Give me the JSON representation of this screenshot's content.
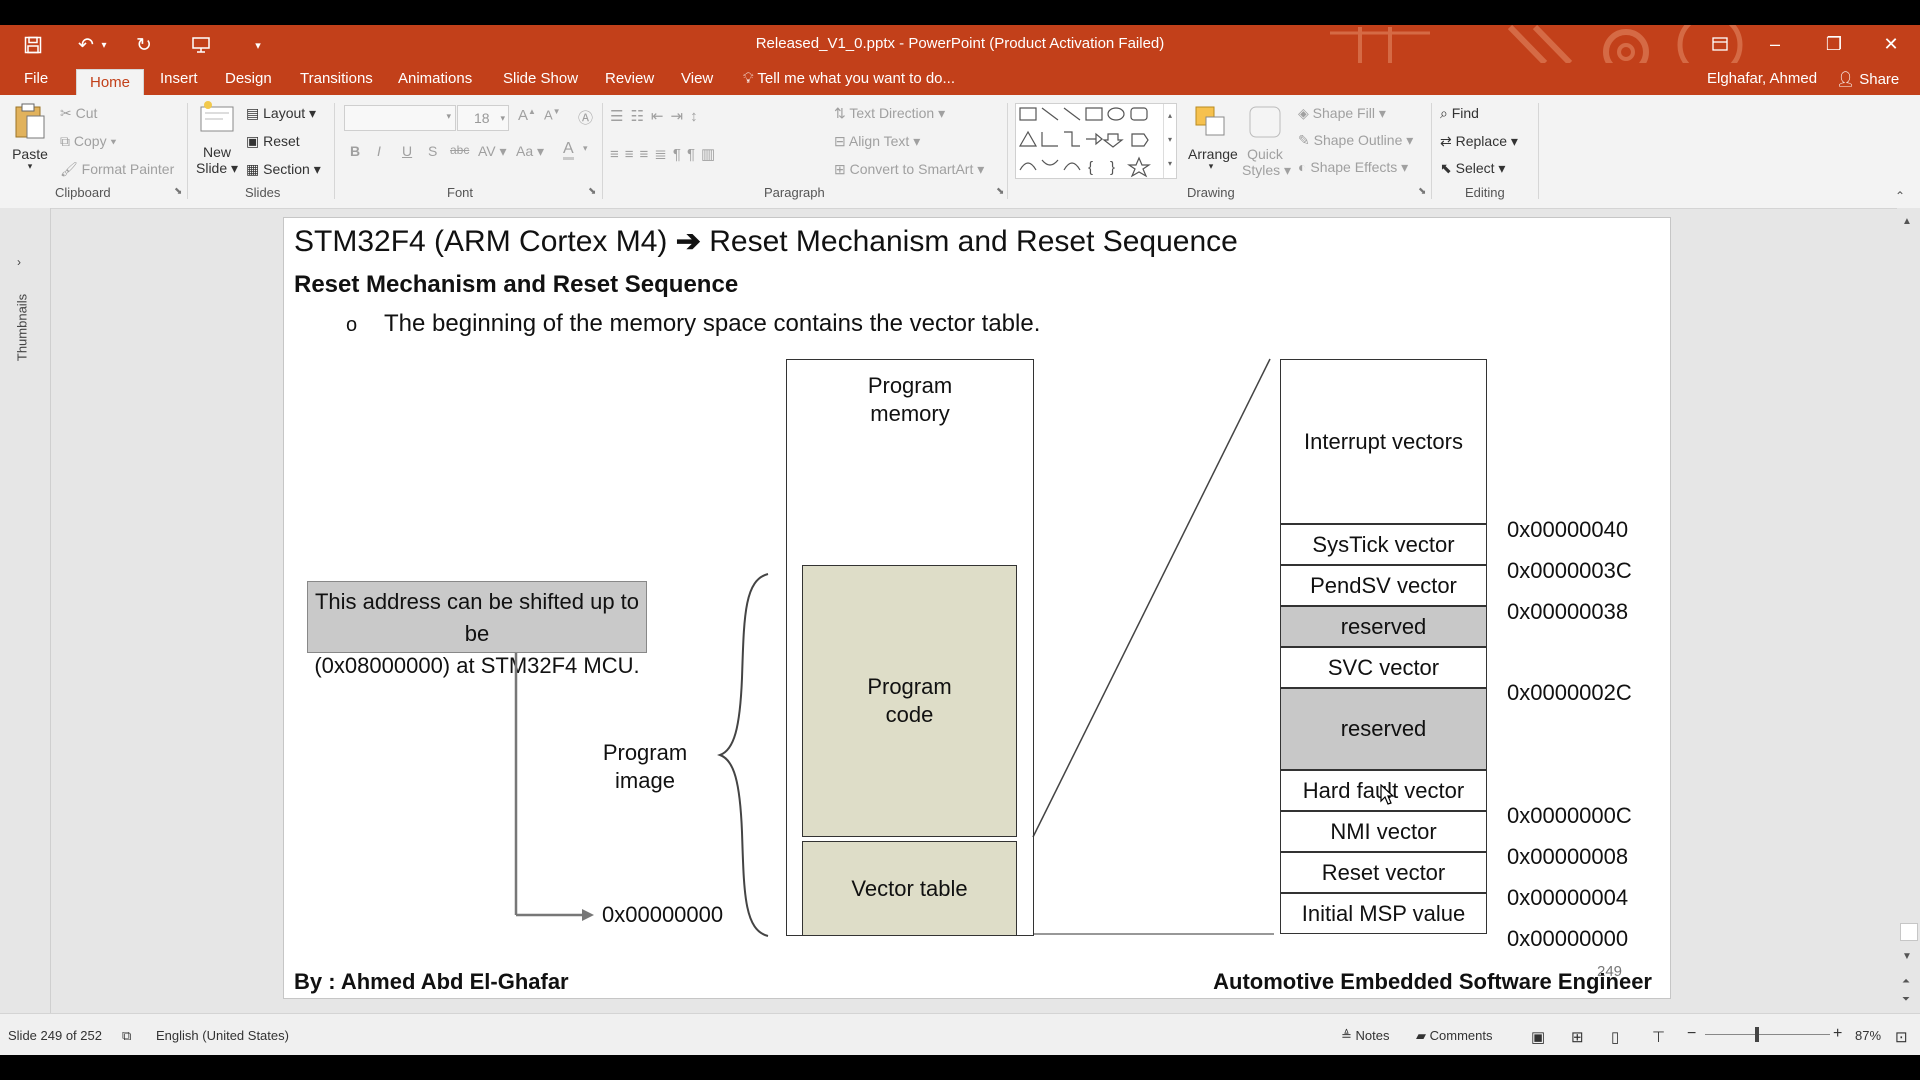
{
  "window": {
    "title": "Released_V1_0.pptx - PowerPoint (Product Activation Failed)",
    "user": "Elghafar, Ahmed",
    "share": "Share"
  },
  "colors": {
    "accent": "#c2401a",
    "gray_cell": "#c8c8c8",
    "olive_block": "#deddc8"
  },
  "tabs": [
    "File",
    "Home",
    "Insert",
    "Design",
    "Transitions",
    "Animations",
    "Slide Show",
    "Review",
    "View"
  ],
  "tell_me": "Tell me what you want to do...",
  "ribbon": {
    "clipboard": {
      "paste": "Paste",
      "cut": "Cut",
      "copy": "Copy",
      "format_painter": "Format Painter",
      "label": "Clipboard"
    },
    "slides": {
      "new_slide_1": "New",
      "new_slide_2": "Slide",
      "layout": "Layout",
      "reset": "Reset",
      "section": "Section",
      "label": "Slides"
    },
    "font": {
      "size": "18",
      "label": "Font",
      "bold": "B",
      "italic": "I",
      "underline": "U",
      "shadow": "S",
      "strike": "abc",
      "spacing": "AV",
      "case": "Aa",
      "color": "A"
    },
    "paragraph": {
      "text_direction": "Text Direction",
      "align_text": "Align Text",
      "convert_smartart": "Convert to SmartArt",
      "label": "Paragraph"
    },
    "drawing": {
      "arrange": "Arrange",
      "quick_styles_1": "Quick",
      "quick_styles_2": "Styles",
      "shape_fill": "Shape Fill",
      "shape_outline": "Shape Outline",
      "shape_effects": "Shape Effects",
      "label": "Drawing"
    },
    "editing": {
      "find": "Find",
      "replace": "Replace",
      "select": "Select",
      "label": "Editing"
    }
  },
  "thumbnails_label": "Thumbnails",
  "slide": {
    "title_left": "STM32F4 (ARM Cortex M4)",
    "title_arrow": "➔",
    "title_right": "Reset Mechanism and Reset Sequence",
    "subtitle": "Reset Mechanism and Reset Sequence",
    "bullet_mark": "o",
    "bullet": "The beginning of the memory space contains the vector table.",
    "note_line1": "This address can be shifted up to be",
    "note_line2": "(0x08000000) at STM32F4 MCU.",
    "program_image_1": "Program",
    "program_image_2": "image",
    "start_address": "0x00000000",
    "program_memory_1": "Program",
    "program_memory_2": "memory",
    "program_code_1": "Program",
    "program_code_2": "code",
    "vector_table": "Vector table",
    "vectors": [
      {
        "label": "Interrupt vectors",
        "address": "0x00000040"
      },
      {
        "label": "SysTick vector",
        "address": "0x0000003C"
      },
      {
        "label": "PendSV vector",
        "address": "0x00000038"
      },
      {
        "label": "reserved",
        "address": ""
      },
      {
        "label": "SVC vector",
        "address": "0x0000002C"
      },
      {
        "label": "reserved",
        "address": ""
      },
      {
        "label": "Hard fault vector",
        "address": "0x0000000C"
      },
      {
        "label": "NMI vector",
        "address": "0x00000008"
      },
      {
        "label": "Reset vector",
        "address": "0x00000004"
      },
      {
        "label": "Initial MSP value",
        "address": "0x00000000"
      }
    ],
    "page_number": "249",
    "footer_left": "By : Ahmed Abd El-Ghafar",
    "footer_right": "Automotive Embedded Software Engineer"
  },
  "status": {
    "slide_info": "Slide 249 of 252",
    "language": "English (United States)",
    "notes": "Notes",
    "comments": "Comments",
    "zoom": "87%"
  }
}
